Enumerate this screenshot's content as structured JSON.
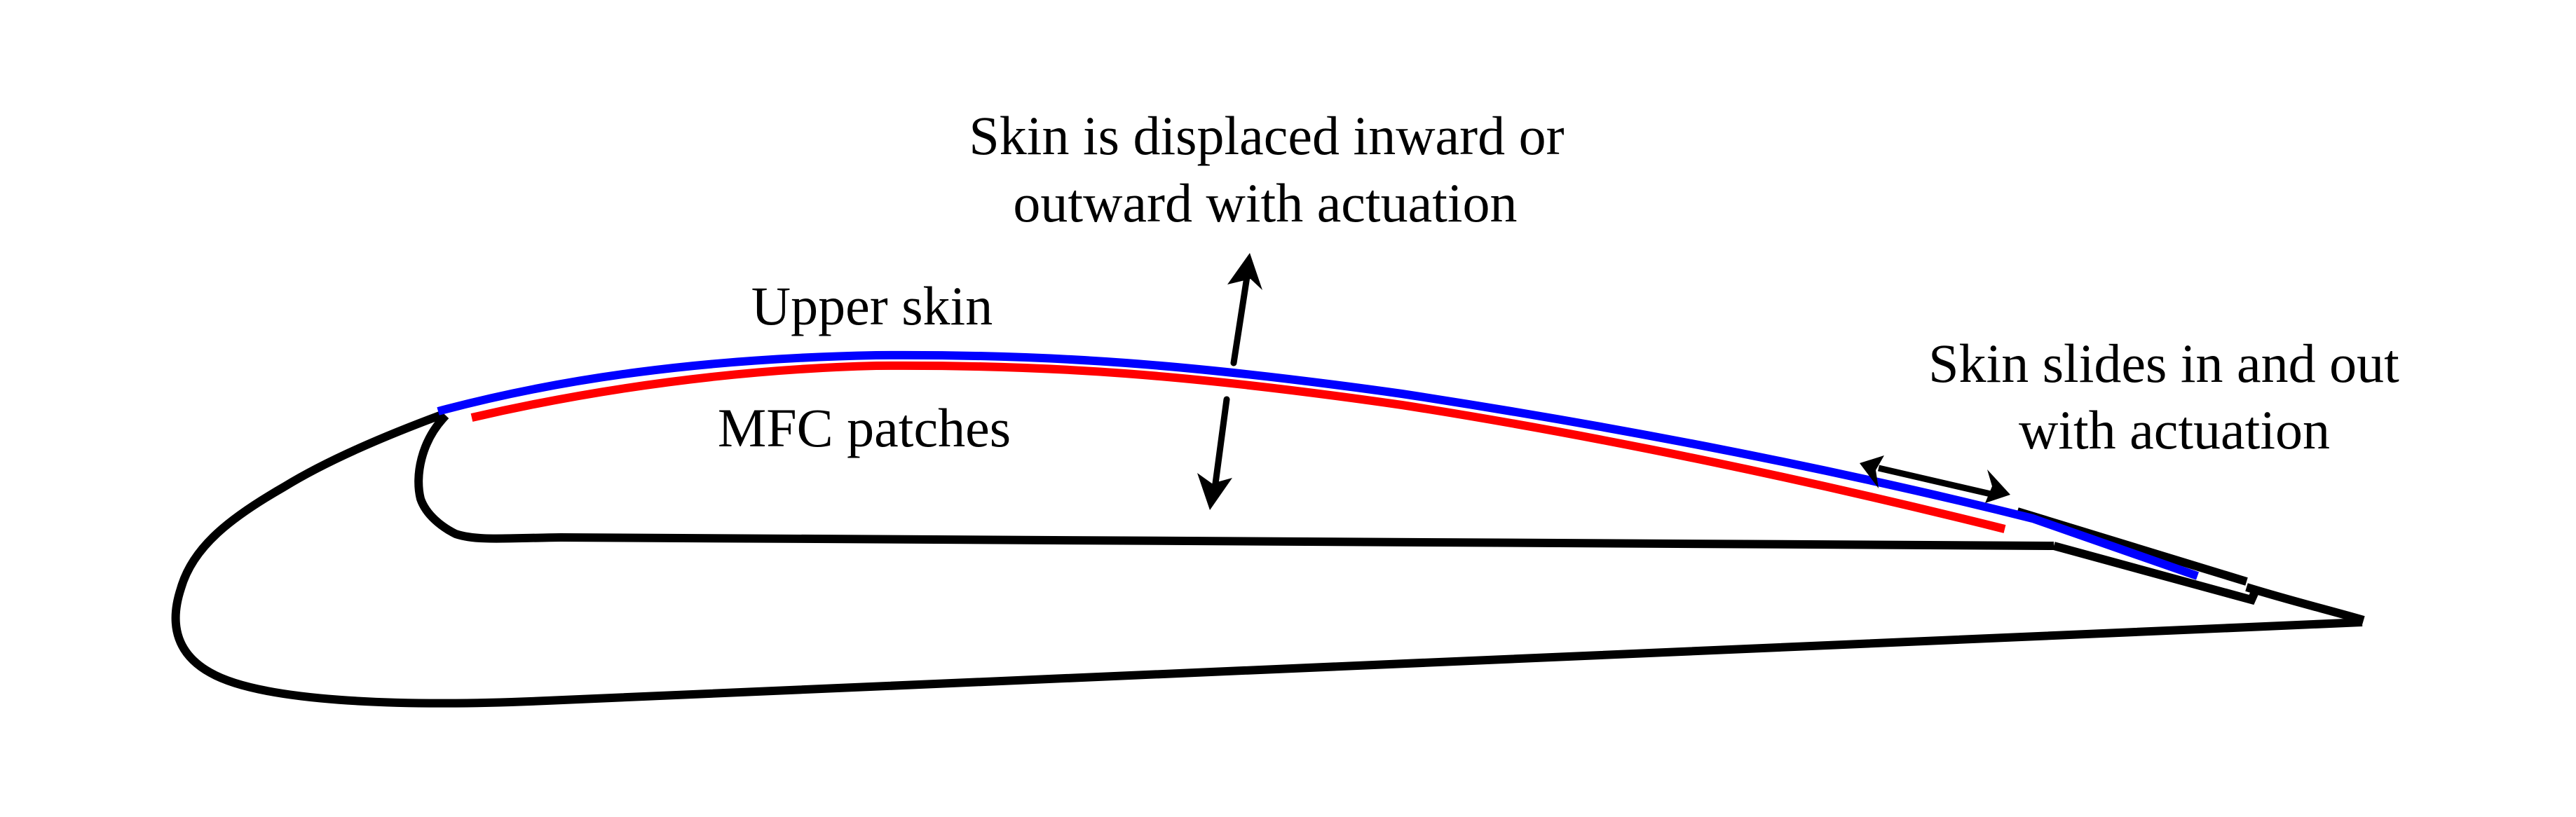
{
  "figure": {
    "title": "Morphing airfoil with sliding upper skin actuated by MFC patches",
    "colors": {
      "airfoil_structure": "#000000",
      "upper_skin": "#0000ff",
      "mfc_patches": "#ff0000",
      "background": "#ffffff"
    },
    "labels": {
      "upper_skin": "Upper skin",
      "mfc_patches": "MFC patches",
      "displacement_line1": "Skin is displaced inward or",
      "displacement_line2": "outward with actuation",
      "sliding_line1": "Skin slides in and out",
      "sliding_line2": "with actuation"
    },
    "components": [
      {
        "name": "airfoil-outline",
        "description": "Lower surface and leading edge (fixed structure)",
        "color": "#000000"
      },
      {
        "name": "inner-spar-contour",
        "description": "Inner cavity contour / spar",
        "color": "#000000"
      },
      {
        "name": "upper-skin",
        "description": "Flexible upper skin",
        "color": "#0000ff"
      },
      {
        "name": "mfc-patches",
        "description": "Macro Fiber Composite actuator patches bonded to skin",
        "color": "#ff0000"
      },
      {
        "name": "trailing-edge-slot",
        "description": "Trailing-edge sleeve in which skin slides",
        "color": "#000000"
      },
      {
        "name": "vertical-double-arrow",
        "description": "Indicates inward/outward skin displacement"
      },
      {
        "name": "horizontal-double-arrow",
        "description": "Indicates chordwise skin sliding"
      }
    ]
  }
}
